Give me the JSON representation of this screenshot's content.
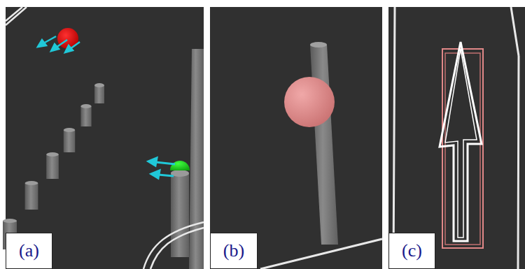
{
  "diagram": {
    "nodes": [
      {
        "text": [
          "(a)"
        ]
      },
      {
        "text": [
          "(b)"
        ]
      },
      {
        "text": [
          "(c)"
        ]
      }
    ]
  }
}
